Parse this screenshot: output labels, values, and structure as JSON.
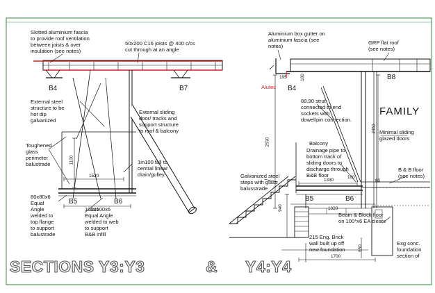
{
  "left_section": {
    "slotted_fascia_note": "Slotted aluminium fascia\nto provide roof ventilation\nbetween joists & over\ninsulation (see notes)",
    "joists_note": "50x200 C16 joists @ 400 c/cs\ncut through at an angle",
    "beam_b4": "B4",
    "beam_b7": "B7",
    "external_steel_note": "External steel\nstructure to be\nhot dip\ngalvanized",
    "sliding_door_note": "External sliding\ndoor/ tracks and\nsupport structure\nto roof & balcony",
    "toughened_glass_note": "Toughened\nglass\nperimeter\nbalustrade",
    "fall_note": "1in100 fall to\ncentral linear\ndrain/gulley",
    "dim_1100": "1100",
    "dim_1520": "1520",
    "dim_1320": "1320",
    "angle_80_note": "80x80x6\nEqual\nAngle\nwelded to\ntop flange\nto support\nbalustrade",
    "beam_b5": "B5",
    "beam_b6": "B6",
    "angle_100_note": "100x100x6\nEqual Angle\nwelded to web\nto support\nB&B infill"
  },
  "right_section": {
    "gutter_note": "Aluminium box gutter on\naluminium fascia (see\nnotes)",
    "grp_note": "GRP flat roof\n(see notes)",
    "dim_195": "195",
    "dim_180": "180",
    "alutec_label": "Alutec",
    "beam_b4": "B4",
    "beam_b8": "B8",
    "strut_note": "88.90 strut\nconnected to end\nsockets with\ndowel/pin connection.",
    "family_label": "FAMILY",
    "minimal_sliding_note": "Minimal sliding\nglazed doors",
    "dim_2450": "2450",
    "dim_2530": "2530",
    "balcony_label": "Balcony",
    "drainage_note": "Drainage pipe to\nbottom track of\nsliding doors to\ndischarge through\nB&B floor",
    "bb_floor_note": "B & B floor\n(see notes)",
    "galvanized_steps_note": "Galvanized steel\nsteps with glass\nbalusstrade",
    "dim_1330": "1330",
    "dim_100": "100",
    "dim_80": "80",
    "dim_940": "940",
    "beam_b5": "B5",
    "beam_b6": "B6",
    "dim_1320": "1320",
    "beam_block_note": "Beam & Block floor\non 100*x6 EA cleats",
    "brick_note": "215 Eng. Brick\nwall built up off\nnew foundation",
    "dim_650": "650",
    "dim_1700": "1700",
    "foundation_note": "Exg conc.\nfoundation\nsection of"
  },
  "footer": {
    "title_left": "SECTIONS Y3:Y3",
    "ampersand": "&",
    "title_right": "Y4:Y4"
  },
  "colors": {
    "frame": "#2e8b3a",
    "line": "#111111",
    "beam_highlight": "#d0202a",
    "background": "#ffffff"
  }
}
